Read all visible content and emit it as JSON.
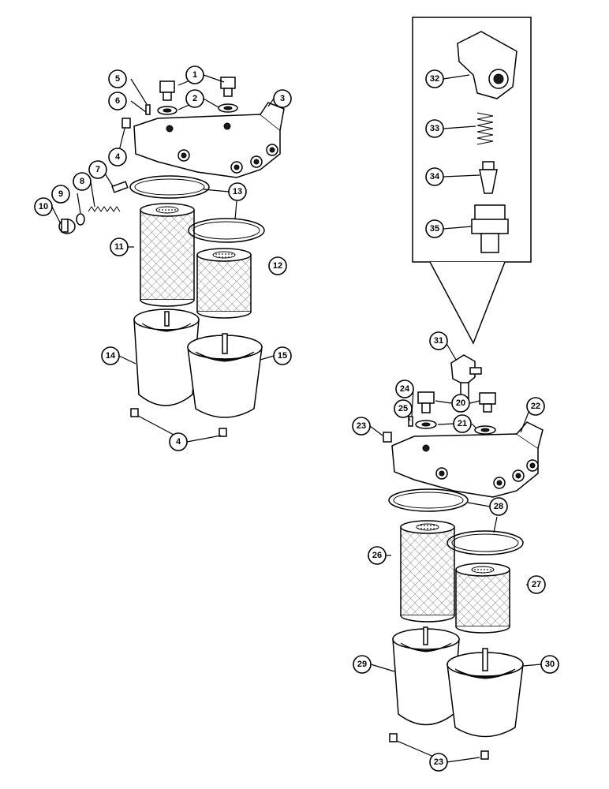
{
  "callouts": {
    "c1": "1",
    "c2": "2",
    "c3": "3",
    "c4a": "4",
    "c4b": "4",
    "c5": "5",
    "c6": "6",
    "c7": "7",
    "c8": "8",
    "c9": "9",
    "c10": "10",
    "c11": "11",
    "c12": "12",
    "c13": "13",
    "c14": "14",
    "c15": "15",
    "c20": "20",
    "c21": "21",
    "c22": "22",
    "c23a": "23",
    "c23b": "23",
    "c24": "24",
    "c25": "25",
    "c26": "26",
    "c27": "27",
    "c28": "28",
    "c29": "29",
    "c30": "30",
    "c31": "31",
    "c32": "32",
    "c33": "33",
    "c34": "34",
    "c35": "35"
  }
}
